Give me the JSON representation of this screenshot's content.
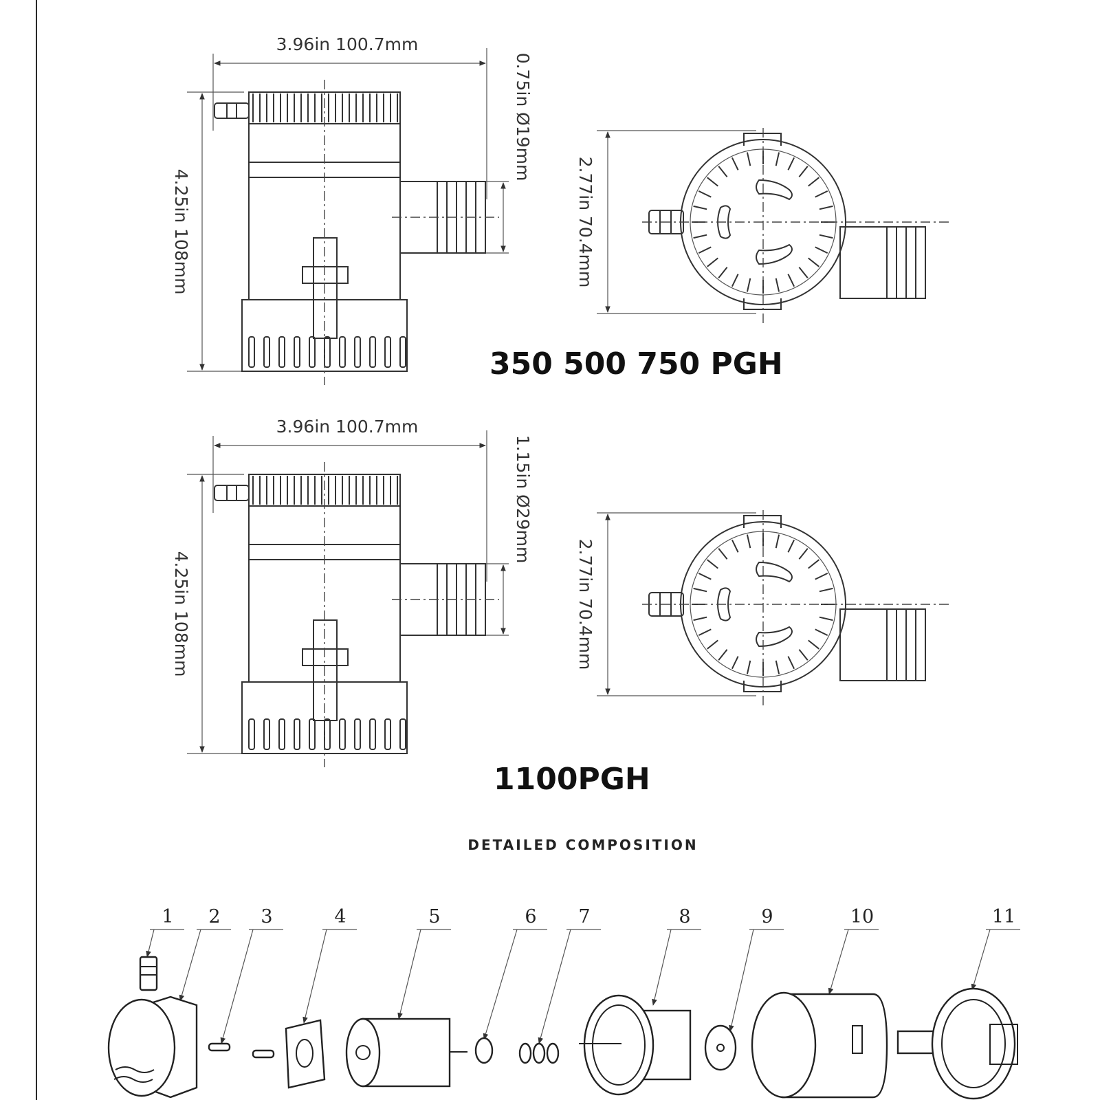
{
  "pumps": [
    {
      "model": "350 500 750 PGH",
      "width_label": "3.96in  100.7mm",
      "height_label": "4.25in  108mm",
      "outlet_label": "0.75in  Ø19mm",
      "side_label": "2.77in  70.4mm"
    },
    {
      "model": "1100PGH",
      "width_label": "3.96in  100.7mm",
      "height_label": "4.25in  108mm",
      "outlet_label": "1.15in  Ø29mm",
      "side_label": "2.77in  70.4mm"
    }
  ],
  "composition": {
    "heading": "DETAILED COMPOSITION",
    "part_numbers": [
      "1",
      "2",
      "3",
      "4",
      "5",
      "6",
      "7",
      "8",
      "9",
      "10",
      "11"
    ]
  }
}
